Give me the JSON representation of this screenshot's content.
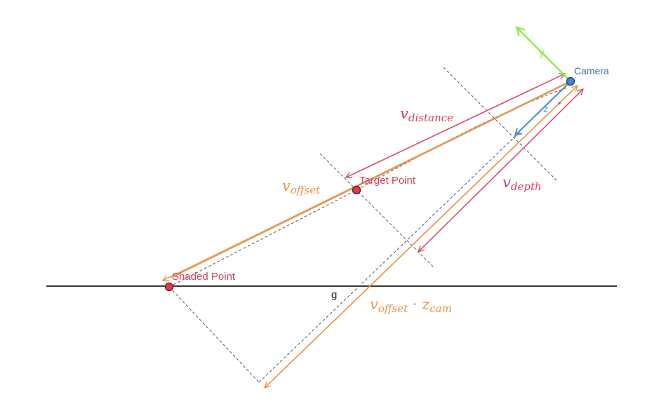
{
  "colors": {
    "ground": "#3a3a3a",
    "dashed": "#555555",
    "orange": "#e8954a",
    "pink": "#d9546e",
    "green": "#8fef4c",
    "blue": "#4f8fd9",
    "point_fill_red": "#e0394d",
    "point_fill_blue": "#4a7fcf",
    "label_red": "#d94060",
    "label_blue": "#3f6fc4",
    "label_dark": "#222222"
  },
  "labels": {
    "camera": "Camera",
    "target_point": "Target Point",
    "shaded_point": "Shaded Point",
    "ground": "g",
    "axis_y": "y",
    "axis_z": "z"
  },
  "math": {
    "v_distance": {
      "base": "v",
      "sub": "distance"
    },
    "v_offset": {
      "base": "v",
      "sub": "offset"
    },
    "v_depth": {
      "base": "v",
      "sub": "depth"
    },
    "v_offset_z": {
      "base": "v",
      "sub": "offset",
      "mid": " · ",
      "base2": "z",
      "sub2": "cam"
    }
  }
}
